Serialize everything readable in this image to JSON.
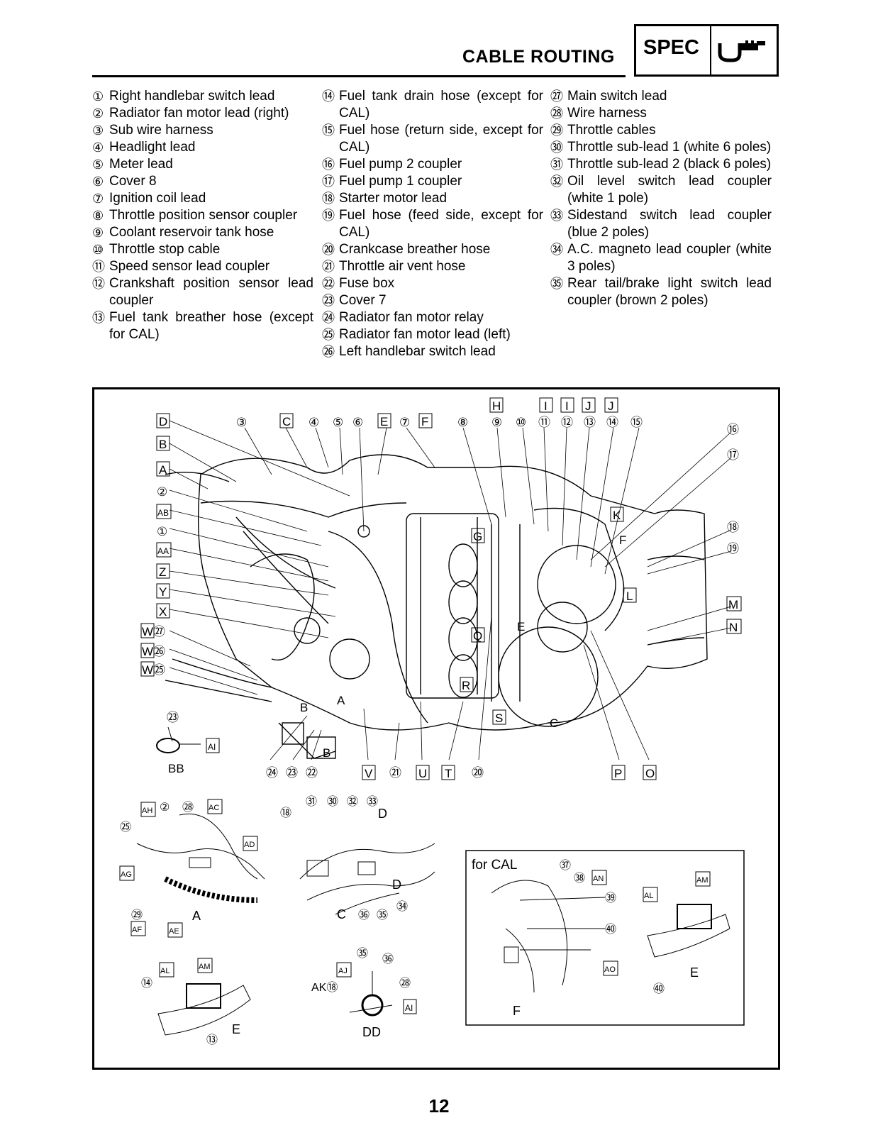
{
  "header": {
    "title": "CABLE ROUTING",
    "badge": "SPEC"
  },
  "legend": {
    "col1": [
      {
        "num": "①",
        "text": "Right handlebar switch lead"
      },
      {
        "num": "②",
        "text": "Radiator fan motor lead (right)"
      },
      {
        "num": "③",
        "text": "Sub wire harness"
      },
      {
        "num": "④",
        "text": "Headlight lead"
      },
      {
        "num": "⑤",
        "text": "Meter lead"
      },
      {
        "num": "⑥",
        "text": "Cover 8"
      },
      {
        "num": "⑦",
        "text": "Ignition coil lead"
      },
      {
        "num": "⑧",
        "text": "Throttle position sensor coupler"
      },
      {
        "num": "⑨",
        "text": "Coolant reservoir tank hose"
      },
      {
        "num": "⑩",
        "text": "Throttle stop cable"
      },
      {
        "num": "⑪",
        "text": "Speed sensor lead coupler"
      },
      {
        "num": "⑫",
        "text": "Crankshaft position sensor lead coupler"
      },
      {
        "num": "⑬",
        "text": "Fuel tank breather hose (except for CAL)"
      }
    ],
    "col2": [
      {
        "num": "⑭",
        "text": "Fuel tank drain hose (except for CAL)"
      },
      {
        "num": "⑮",
        "text": "Fuel hose (return side, except for CAL)"
      },
      {
        "num": "⑯",
        "text": "Fuel pump 2 coupler"
      },
      {
        "num": "⑰",
        "text": "Fuel pump 1 coupler"
      },
      {
        "num": "⑱",
        "text": "Starter motor lead"
      },
      {
        "num": "⑲",
        "text": "Fuel hose (feed side, except for CAL)"
      },
      {
        "num": "⑳",
        "text": "Crankcase breather hose"
      },
      {
        "num": "㉑",
        "text": "Throttle air vent hose"
      },
      {
        "num": "㉒",
        "text": "Fuse box"
      },
      {
        "num": "㉓",
        "text": "Cover 7"
      },
      {
        "num": "㉔",
        "text": "Radiator fan motor relay"
      },
      {
        "num": "㉕",
        "text": "Radiator fan motor lead (left)"
      },
      {
        "num": "㉖",
        "text": "Left handlebar switch lead"
      }
    ],
    "col3": [
      {
        "num": "㉗",
        "text": "Main switch lead"
      },
      {
        "num": "㉘",
        "text": "Wire harness"
      },
      {
        "num": "㉙",
        "text": "Throttle cables"
      },
      {
        "num": "㉚",
        "text": "Throttle sub-lead 1 (white 6 poles)"
      },
      {
        "num": "㉛",
        "text": "Throttle sub-lead 2 (black 6 poles)"
      },
      {
        "num": "㉜",
        "text": "Oil level switch lead coupler (white 1 pole)"
      },
      {
        "num": "㉝",
        "text": "Sidestand switch lead coupler (blue 2 poles)"
      },
      {
        "num": "㉞",
        "text": "A.C. magneto lead coupler (white 3 poles)"
      },
      {
        "num": "㉟",
        "text": "Rear tail/brake light switch lead coupler (brown 2 poles)"
      }
    ]
  },
  "diagram": {
    "top_letters": [
      "D",
      "C",
      "E",
      "F"
    ],
    "top_letters_right": [
      "H",
      "I",
      "I",
      "J",
      "J"
    ],
    "top_numbers": [
      "③",
      "④",
      "⑤",
      "⑥",
      "⑦",
      "⑧",
      "⑨",
      "⑩",
      "⑪",
      "⑫",
      "⑬",
      "⑭",
      "⑮"
    ],
    "left_labels": [
      "B",
      "A",
      "②",
      "AB",
      "①",
      "AA",
      "Z",
      "Y",
      "X",
      "W㉗",
      "W㉖",
      "W㉕"
    ],
    "right_labels": [
      "⑯",
      "⑰",
      "⑱",
      "⑲",
      "M",
      "N"
    ],
    "inner_labels": [
      "K",
      "F",
      "G",
      "L",
      "E",
      "Q",
      "R",
      "S",
      "C",
      "A",
      "B",
      "B"
    ],
    "bottom_labels": [
      "㉔",
      "㉓",
      "㉒",
      "V",
      "㉑",
      "U",
      "T",
      "⑳",
      "P",
      "O"
    ],
    "detail_bb": {
      "num": "㉓",
      "tag": "AI",
      "caption": "BB"
    },
    "detail_a": {
      "labels": [
        "AH",
        "②",
        "㉘",
        "AC",
        "㉕",
        "AD",
        "AG",
        "㉙",
        "AF",
        "AE"
      ],
      "caption": "A"
    },
    "detail_c": {
      "labels": [
        "⑱",
        "㉛",
        "㉚",
        "㉜",
        "㉝",
        "D",
        "D",
        "㊱",
        "㉟",
        "㉞"
      ],
      "caption": "C"
    },
    "detail_e": {
      "labels": [
        "AL",
        "AM",
        "⑭",
        "⑬"
      ],
      "caption": "E"
    },
    "detail_dd": {
      "labels": [
        "㉟",
        "㊱",
        "AJ",
        "AK⑱",
        "㉘",
        "AI"
      ],
      "caption": "DD"
    },
    "cal_box": {
      "title": "for CAL",
      "labels": [
        "㊲",
        "㊳",
        "AN",
        "㊴",
        "㊵",
        "AO"
      ],
      "caption": "F",
      "detail_e": {
        "labels": [
          "AM",
          "AL",
          "㊵"
        ],
        "caption": "E"
      }
    }
  },
  "footer": {
    "page_number": "12"
  }
}
